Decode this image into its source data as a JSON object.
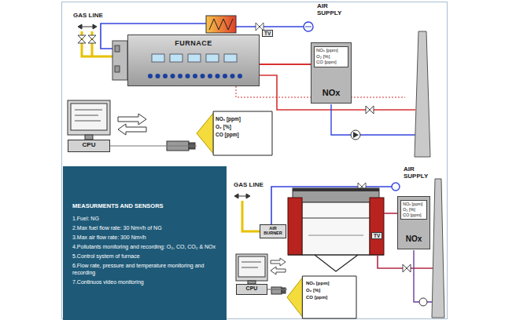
{
  "diagram": {
    "nodes": [
      {
        "text": [
          "FURNACE"
        ]
      },
      {
        "text": [
          "NOx"
        ]
      },
      {
        "text": [
          "NOₓ [ppm]",
          "O₂ [%]",
          "CO [ppm]"
        ],
        "in": 1
      },
      {
        "text": [
          "CPU"
        ]
      },
      {
        "text": [
          "NOₓ [ppm]",
          "O₂ [%]",
          "CO [ppm]"
        ]
      },
      {
        "text": [
          "MEASURMENTS AND SENSORS",
          "1.Fuel: NG",
          "2.Max fuel flow rate: 30 Nm³/h of NG",
          "3.Max air flow rate: 300 Nm³/h",
          "4.Pollutants monitoring and recording: O₂, CO, CO₂ & NOx",
          "5.Control system of furnace",
          "6.Flow rate, pressure and temperature monitoring and recording",
          "7.Continuos video monitoring"
        ]
      },
      {
        "text": [
          "AIR BURNER"
        ]
      },
      {
        "text": [
          "NOx"
        ]
      },
      {
        "text": [
          "NOₓ [ppm]",
          "O₂ [%]",
          "CO [ppm]"
        ],
        "in": 7
      },
      {
        "text": [
          "CPU"
        ]
      },
      {
        "text": [
          "NOₓ [ppm]",
          "O₂ [%]",
          "CO [ppm]"
        ]
      }
    ],
    "edges": [
      {
        "from": 0,
        "to": 1,
        "arrow": "none"
      },
      {
        "from": 3,
        "to": 4,
        "arrow": "none"
      },
      {
        "from": 9,
        "to": 10,
        "arrow": "none"
      }
    ],
    "labels": [
      "GAS LINE",
      "AIR SUPPLY",
      "TV",
      "GAS LINE",
      "AIR SUPPLY",
      "TV"
    ]
  }
}
